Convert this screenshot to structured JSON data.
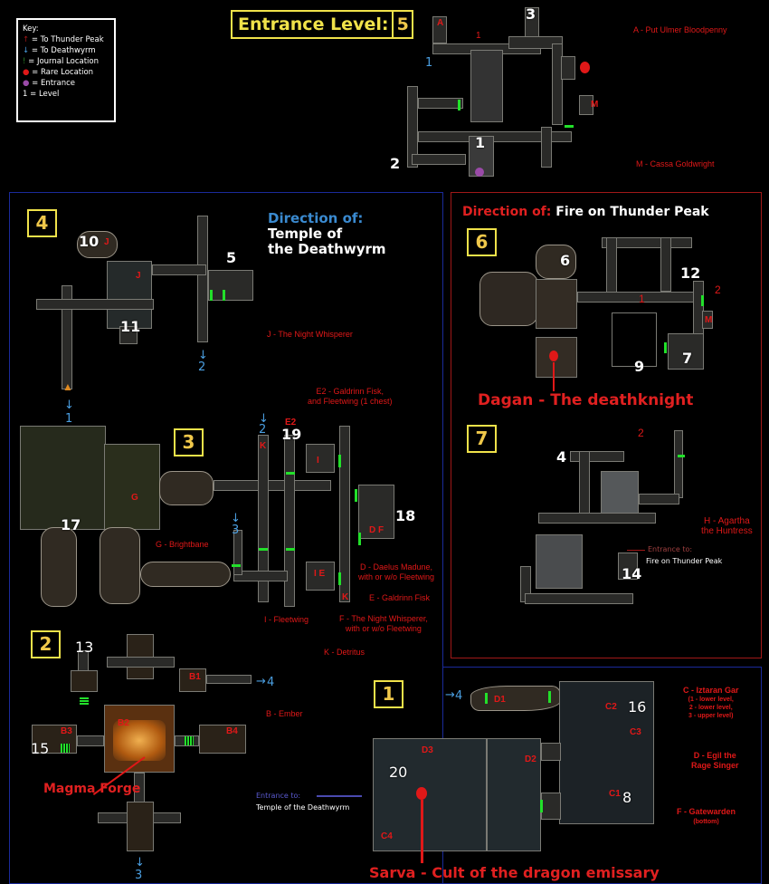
{
  "legend": {
    "title": "Key:",
    "items": [
      {
        "icon": "red-up-arrow-icon",
        "label": "= To Thunder Peak"
      },
      {
        "icon": "blue-down-arrow-icon",
        "label": "= To Deathwyrm"
      },
      {
        "icon": "journal-icon",
        "label": "= Journal Location"
      },
      {
        "icon": "red-dot-icon",
        "label": "= Rare Location"
      },
      {
        "icon": "purple-dot-icon",
        "label": "= Entrance"
      },
      {
        "icon": "level-number-icon",
        "label": "= Level"
      }
    ]
  },
  "title": {
    "label": "Entrance Level:",
    "value": "5"
  },
  "colors": {
    "accent": "#f0e24a",
    "rare": "#e01818",
    "to_deathwyrm": "#4a9ee0",
    "door": "#22e02a",
    "entrance": "#9a4aa8"
  },
  "level5": {
    "A": "A",
    "M": "M",
    "n3": "3",
    "n1": "1",
    "n2": "2",
    "red1": "1",
    "blue1": "1",
    "note_a": "A - Put Ulmer Bloodpenny",
    "note_m": "M - Cassa Goldwright"
  },
  "level4": {
    "box": "4",
    "n10": "10",
    "n11": "11",
    "n5": "5",
    "J1": "J",
    "J2": "J",
    "blue2": "2",
    "blue1": "1",
    "note_j": "J - The Night Whisperer",
    "dir_label": "Direction of:",
    "dir_line1": "Temple of",
    "dir_line2": "the Deathwyrm",
    "note_e2a": "E2 - Galdrinn Fisk,",
    "note_e2b": "and Fleetwing (1 chest)"
  },
  "level6": {
    "dir_label": "Direction of:",
    "dir_target": "Fire on Thunder Peak",
    "box": "6",
    "n6": "6",
    "n12": "12",
    "n7": "7",
    "n9": "9",
    "red1": "1",
    "red2": "2",
    "M": "M",
    "boss": "Dagan - The deathknight"
  },
  "level7": {
    "box": "7",
    "n4": "4",
    "n14": "14",
    "red2": "2",
    "note_h1": "H - Agartha",
    "note_h2": "the Huntress",
    "entrance_label": "Entrance to:",
    "entrance_target": "Fire on Thunder Peak"
  },
  "level3": {
    "box": "3",
    "n19": "19",
    "n17": "17",
    "n18": "18",
    "blue2": "2",
    "blue3": "3",
    "E2": "E2",
    "K1": "K",
    "K2": "K",
    "I1": "I",
    "IE": "I E",
    "DF": "D F",
    "G": "G",
    "note_g": "G - Brightbane",
    "note_d1": "D - Daelus Madune,",
    "note_d2": "with or w/o Fleetwing",
    "note_e": "E - Galdrinn Fisk",
    "note_i": "I - Fleetwing",
    "note_f1": "F - The Night Whisperer,",
    "note_f2": "with or w/o Fleetwing",
    "note_k": "K - Detritus"
  },
  "level2": {
    "box": "2",
    "n13": "13",
    "n15": "15",
    "B1": "B1",
    "B2": "B2",
    "B3": "B3",
    "B4": "B4",
    "blue4": "4",
    "blue3": "3",
    "note_b": "B - Ember",
    "forge": "Magma Forge"
  },
  "level1": {
    "box": "1",
    "n16": "16",
    "n20": "20",
    "n8": "8",
    "D1": "D1",
    "D2": "D2",
    "D3": "D3",
    "C1": "C1",
    "C2": "C2",
    "C3": "C3",
    "C4": "C4",
    "blue4": "4",
    "note_c1": "C - Iztaran Gar",
    "note_c2": "(1 - lower level,",
    "note_c3": "2 - lower level,",
    "note_c4": "3 - upper level)",
    "note_d1": "D - Egil the",
    "note_d2": "Rage Singer",
    "note_f1": "F - Gatewarden",
    "note_f2": "(bottom)",
    "entrance_label": "Entrance to:",
    "entrance_target": "Temple of the Deathwyrm",
    "boss": "Sarva - Cult of the dragon emissary"
  }
}
